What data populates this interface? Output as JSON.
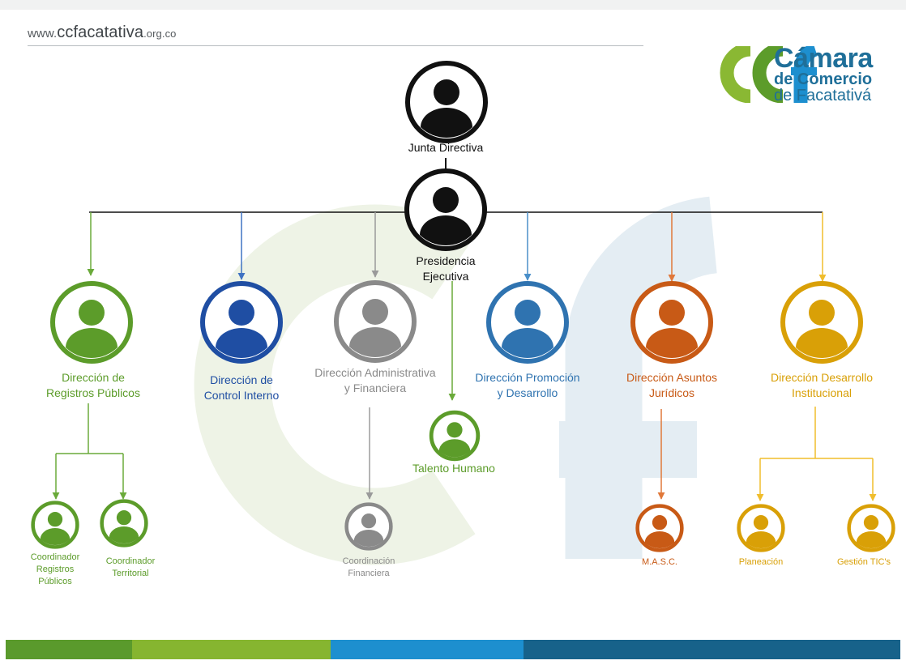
{
  "header": {
    "site_prefix": "www.",
    "site_main": "ccfacatativa",
    "site_suffix": ".org.co",
    "logo_text": "ccf",
    "brand_line1": "Cámara",
    "brand_line2": "de Comercio",
    "brand_line3": "de Facatativá"
  },
  "org": {
    "junta": "Junta Directiva",
    "presidencia_1": "Presidencia",
    "presidencia_2": "Ejecutiva",
    "registros_1": "Dirección de",
    "registros_2": "Registros Públicos",
    "control_1": "Dirección de",
    "control_2": "Control Interno",
    "administrativa_1": "Dirección Administrativa",
    "administrativa_2": "y Financiera",
    "promocion_1": "Dirección Promoción",
    "promocion_2": "y Desarrollo",
    "juridicos_1": "Dirección Asuntos",
    "juridicos_2": "Jurídicos",
    "institucional_1": "Dirección Desarrollo",
    "institucional_2": "Institucional",
    "talento": "Talento Humano",
    "coord_registros_1": "Coordinador",
    "coord_registros_2": "Registros",
    "coord_registros_3": "Públicos",
    "coord_territorial_1": "Coordinador",
    "coord_territorial_2": "Territorial",
    "coord_financiera_1": "Coordinación",
    "coord_financiera_2": "Financiera",
    "masc": "M.A.S.C.",
    "planeacion": "Planeación",
    "gestion_tics": "Gestión TIC's"
  },
  "colors": {
    "green": "#5c9c2a",
    "blue": "#1f4ea3",
    "gray": "#8a8a8a",
    "mid_blue": "#2f73b0",
    "orange": "#c85a16",
    "gold": "#d9a007",
    "black": "#111111",
    "bar_green_dark": "#5a9a2c",
    "bar_green_light": "#86b530",
    "bar_blue": "#1d8fcf",
    "bar_navy": "#17628a"
  }
}
